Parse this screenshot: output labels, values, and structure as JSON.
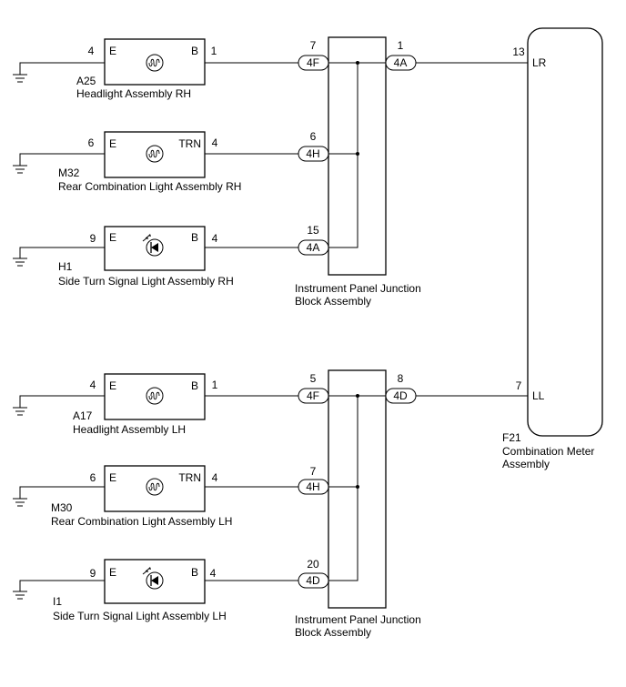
{
  "components": [
    {
      "code": "A25",
      "name": "Headlight Assembly RH",
      "type": "bulb",
      "pin_e": "4",
      "label_left": "E",
      "label_right": "B",
      "pin_out": "1"
    },
    {
      "code": "M32",
      "name": "Rear Combination Light Assembly RH",
      "type": "bulb",
      "pin_e": "6",
      "label_left": "E",
      "label_right": "TRN",
      "pin_out": "4"
    },
    {
      "code": "H1",
      "name": "Side Turn Signal Light Assembly RH",
      "type": "led",
      "pin_e": "9",
      "label_left": "E",
      "label_right": "B",
      "pin_out": "4"
    },
    {
      "code": "A17",
      "name": "Headlight Assembly LH",
      "type": "bulb",
      "pin_e": "4",
      "label_left": "E",
      "label_right": "B",
      "pin_out": "1"
    },
    {
      "code": "M30",
      "name": "Rear Combination Light Assembly LH",
      "type": "bulb",
      "pin_e": "6",
      "label_left": "E",
      "label_right": "TRN",
      "pin_out": "4"
    },
    {
      "code": "I1",
      "name": "Side Turn Signal Light Assembly LH",
      "type": "led",
      "pin_e": "9",
      "label_left": "E",
      "label_right": "B",
      "pin_out": "4"
    }
  ],
  "junction_blocks": [
    {
      "name_line1": "Instrument Panel Junction",
      "name_line2": "Block Assembly",
      "inputs": [
        {
          "pin": "7",
          "connector": "4F"
        },
        {
          "pin": "6",
          "connector": "4H"
        },
        {
          "pin": "15",
          "connector": "4A"
        }
      ],
      "output": {
        "pin": "1",
        "connector": "4A"
      }
    },
    {
      "name_line1": "Instrument Panel Junction",
      "name_line2": "Block Assembly",
      "inputs": [
        {
          "pin": "5",
          "connector": "4F"
        },
        {
          "pin": "7",
          "connector": "4H"
        },
        {
          "pin": "20",
          "connector": "4D"
        }
      ],
      "output": {
        "pin": "8",
        "connector": "4D"
      }
    }
  ],
  "meter": {
    "code": "F21",
    "name_line1": "Combination Meter",
    "name_line2": "Assembly",
    "terminals": [
      {
        "pin": "13",
        "label": "LR"
      },
      {
        "pin": "7",
        "label": "LL"
      }
    ]
  }
}
